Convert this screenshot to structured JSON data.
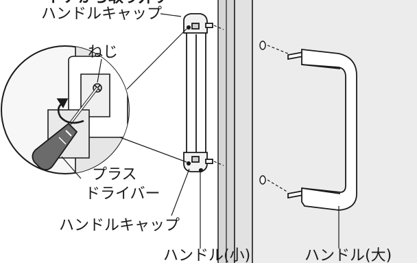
{
  "title_fragment": "ドアから取り外す",
  "labels": {
    "handle_cap_top": "ハンドルキャップ",
    "screw": "ねじ",
    "screwdriver_line1": "プラス",
    "screwdriver_line2": "ドライバー",
    "handle_cap_bottom": "ハンドルキャップ",
    "handle_small": "ハンドル(小)",
    "handle_large": "ハンドル(大)"
  },
  "colors": {
    "line": "#1a1a1a",
    "door_panel": "#ececec",
    "door_frame": "#d6d6d6",
    "screwdriver_grip": "#6b6b6b"
  }
}
